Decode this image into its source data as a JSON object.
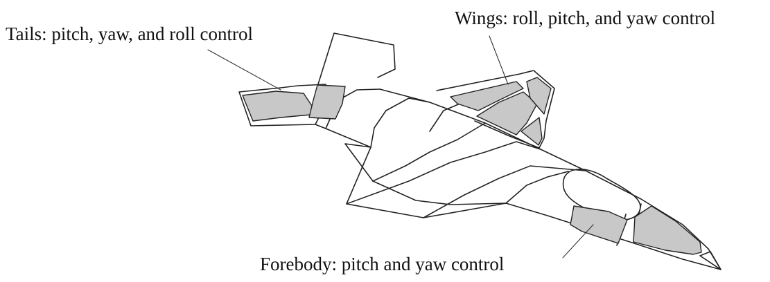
{
  "labels": {
    "tails": "Tails: pitch, yaw, and roll control",
    "wings": "Wings: roll, pitch, and yaw control",
    "forebody": "Forebody: pitch and yaw control"
  },
  "colors": {
    "outline": "#222222",
    "control_surface_fill": "#c8c8c8",
    "background": "#ffffff"
  }
}
